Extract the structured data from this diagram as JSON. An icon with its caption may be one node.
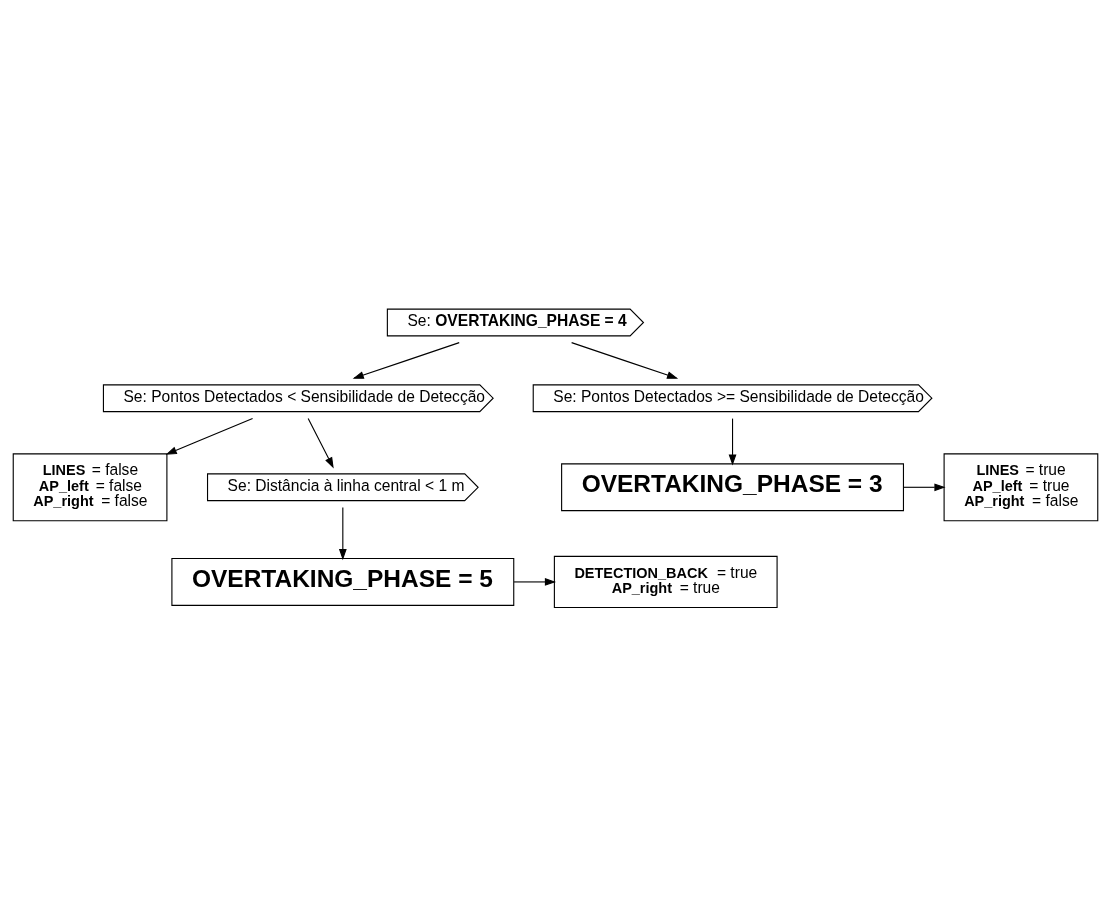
{
  "diagram": {
    "nodes": [
      {
        "text": [
          "Se: **OVERTAKING_PHASE = 4**"
        ]
      },
      {
        "text": [
          "Se: Pontos Detectados < Sensibilidade de Detecção"
        ]
      },
      {
        "text": [
          "**LINES** = false",
          "**AP_left** = false",
          "**AP_right** = false"
        ]
      },
      {
        "text": [
          "Se: Distância à linha central < 1 m"
        ]
      },
      {
        "text": [
          "OVERTAKING_PHASE = 5"
        ]
      },
      {
        "text": [
          "**DETECTION_BACK** = true",
          "**AP_right** = true"
        ]
      },
      {
        "text": [
          "Se: Pontos Detectados >= Sensibilidade de Detecção"
        ]
      },
      {
        "text": [
          "OVERTAKING_PHASE = 3"
        ]
      },
      {
        "text": [
          "**LINES** = true",
          "**AP_left** = true",
          "**AP_right** = false"
        ]
      }
    ],
    "edges": [
      {
        "from": 0,
        "to": 1,
        "arrow": "to"
      },
      {
        "from": 1,
        "to": 2,
        "arrow": "to"
      },
      {
        "from": 1,
        "to": 3,
        "arrow": "to"
      },
      {
        "from": 3,
        "to": 4,
        "arrow": "to"
      },
      {
        "from": 4,
        "to": 5,
        "arrow": "to"
      },
      {
        "from": 0,
        "to": 6,
        "arrow": "to"
      },
      {
        "from": 6,
        "to": 7,
        "arrow": "to"
      },
      {
        "from": 7,
        "to": 8,
        "arrow": "to"
      }
    ]
  }
}
